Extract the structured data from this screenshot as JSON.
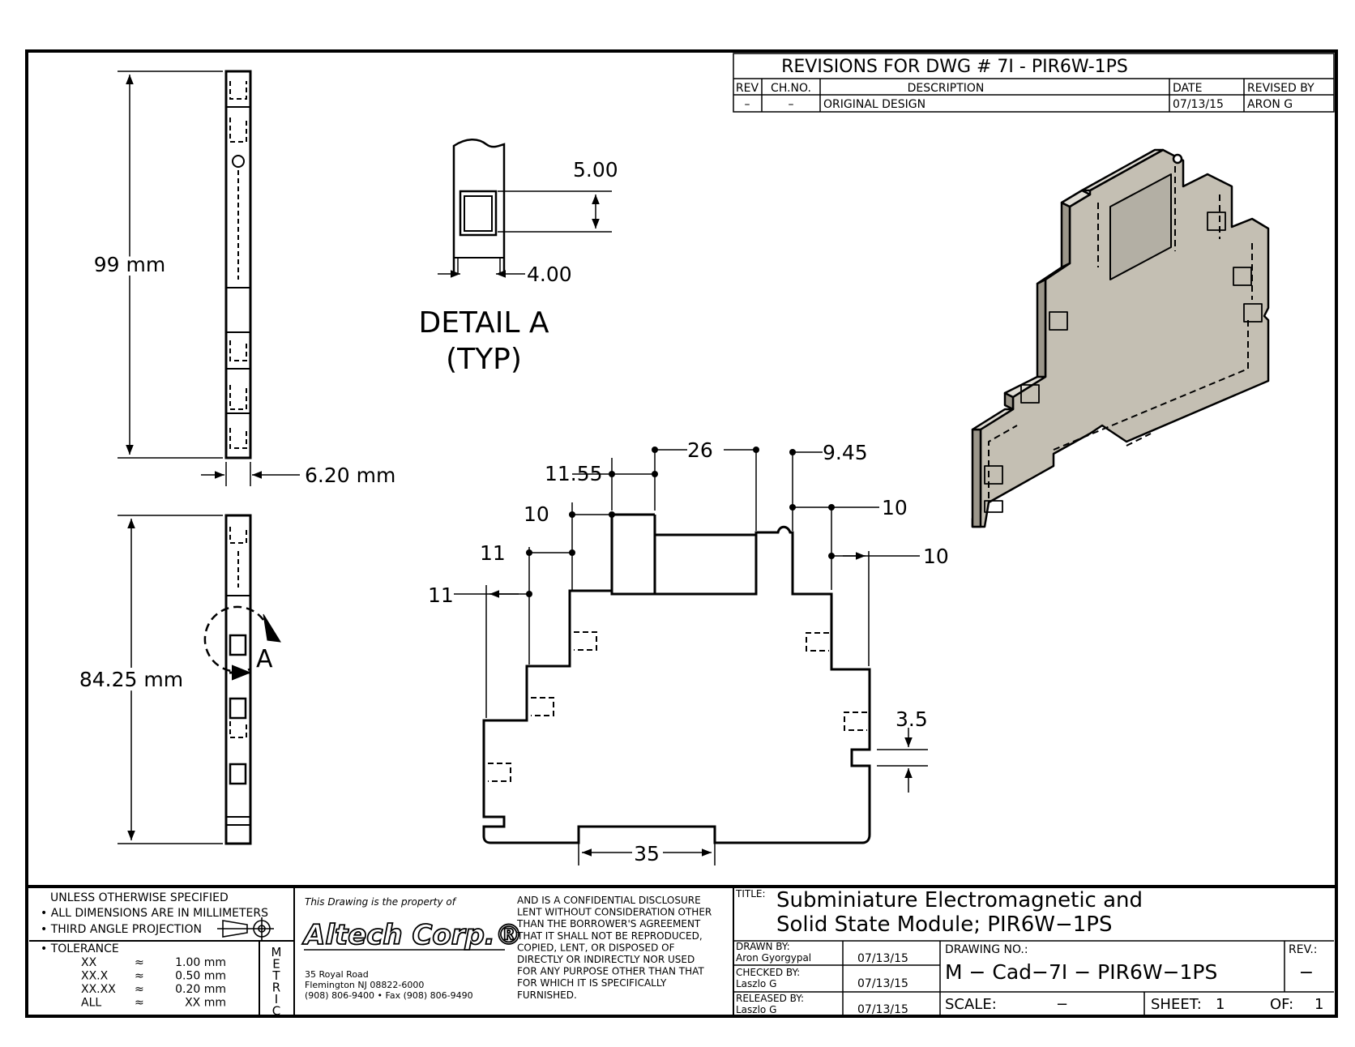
{
  "revisions": {
    "title": "REVISIONS FOR DWG # 7I - PIR6W-1PS",
    "headers": {
      "rev": "REV",
      "chno": "CH.NO.",
      "description": "DESCRIPTION",
      "date": "DATE",
      "revised_by": "REVISED BY"
    },
    "row": {
      "rev": "–",
      "chno": "–",
      "description": "ORIGINAL DESIGN",
      "date": "07/13/15",
      "revised_by": "ARON G"
    }
  },
  "side_view": {
    "height_label": "99 mm",
    "width_label": "6.20 mm"
  },
  "bottom_view": {
    "height_label": "84.25 mm",
    "detail_marker": "A"
  },
  "detail": {
    "dim_height": "5.00",
    "dim_width": "4.00",
    "title_line1": "DETAIL A",
    "title_line2": "(TYP)"
  },
  "front_view": {
    "dims": {
      "d26": "26",
      "d11_55": "11.55",
      "d9_45": "9.45",
      "d10_left": "10",
      "d10_right_top": "10",
      "d11_upper": "11",
      "d10_right_low": "10",
      "d11_lower": "11",
      "d3_5": "3.5",
      "d35": "35"
    }
  },
  "title_block": {
    "unless": "UNLESS OTHERWISE SPECIFIED",
    "all_dims": "• ALL DIMENSIONS ARE IN MILLIMETERS",
    "third_angle": "• THIRD ANGLE PROJECTION",
    "tolerance_title": "• TOLERANCE",
    "tolerances": [
      {
        "fmt": "XX",
        "val": "1.00 mm"
      },
      {
        "fmt": "XX.X",
        "val": "0.50 mm"
      },
      {
        "fmt": "XX.XX",
        "val": "0.20 mm"
      },
      {
        "fmt": "ALL",
        "val": "XX mm"
      }
    ],
    "metric_letters": [
      "M",
      "E",
      "T",
      "R",
      "I",
      "C"
    ],
    "property_text": "This Drawing is the property of",
    "company_logo": "Altech Corp.®",
    "address": [
      "35 Royal Road",
      "Flemington NJ 08822-6000",
      "(908) 806-9400 • Fax (908) 806-9490"
    ],
    "disclosure": [
      "AND IS A CONFIDENTIAL DISCLOSURE",
      "LENT WITHOUT CONSIDERATION OTHER",
      "THAN THE BORROWER'S AGREEMENT",
      "THAT IT SHALL NOT BE REPRODUCED,",
      "COPIED, LENT, OR DISPOSED OF",
      "DIRECTLY OR INDIRECTLY NOR USED",
      "FOR ANY PURPOSE OTHER THAN THAT",
      "FOR WHICH IT IS SPECIFICALLY",
      "FURNISHED."
    ],
    "title_label": "TITLE:",
    "title_line1": "Subminiature Electromagnetic and",
    "title_line2": "Solid State Module; PIR6W−1PS",
    "drawn_by_label": "DRAWN BY:",
    "drawn_by": "Aron Gyorgypal",
    "drawn_date": "07/13/15",
    "checked_by_label": "CHECKED BY:",
    "checked_by": "Laszlo G",
    "checked_date": "07/13/15",
    "released_by_label": "RELEASED BY:",
    "released_by": "Laszlo G",
    "released_date": "07/13/15",
    "drawing_no_label": "DRAWING NO.:",
    "drawing_no": "M − Cad−7I − PIR6W−1PS",
    "rev_label": "REV.:",
    "rev": "−",
    "scale_label": "SCALE:",
    "scale": "−",
    "sheet_label": "SHEET:",
    "sheet": "1",
    "of_label": "OF:",
    "of": "1"
  }
}
